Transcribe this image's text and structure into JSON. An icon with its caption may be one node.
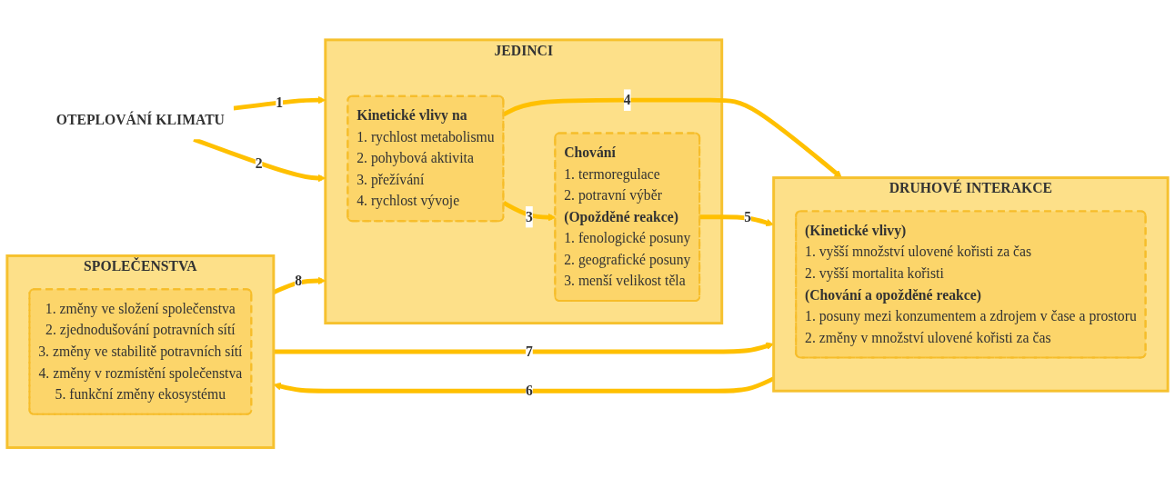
{
  "diagram": {
    "nodes": [
      {
        "text": [
          "OTEPLOVÁNÍ KLIMATU"
        ]
      },
      {
        "text": [
          "JEDINCI"
        ]
      },
      {
        "text": [
          "Kinetické vlivy na",
          "1. rychlost metabolismu",
          "2. pohybová aktivita",
          "3. přežívání",
          "4. rychlost vývoje"
        ],
        "in": 1
      },
      {
        "text": [
          "Chování",
          "1. termoregulace",
          "2. potravní výběr",
          "(Opožděné reakce)",
          "1. fenologické posuny",
          "2. geografické posuny",
          "3. menší velikost těla"
        ],
        "in": 1
      },
      {
        "text": [
          "DRUHOVÉ INTERAKCE"
        ]
      },
      {
        "text": [
          "(Kinetické vlivy)",
          "1. vyšší množství ulovené kořisti za čas",
          "2. vyšší mortalita kořisti",
          "(Chování a opožděné reakce)",
          "1. posuny mezi konzumentem a zdrojem v čase a prostoru",
          "2. změny v množství ulovené kořisti za čas"
        ],
        "in": 4
      },
      {
        "text": [
          "SPOLEČENSTVA"
        ]
      },
      {
        "text": [
          "1. změny ve složení společenstva",
          "2. zjednodušování potravních sítí",
          "3. změny ve stabilitě potravních sítí",
          "4. změny v rozmístění společenstva",
          "5. funkční změny ekosystému"
        ],
        "in": 6
      }
    ],
    "edges": [
      {
        "from": 0,
        "to": 1,
        "arrow": "to",
        "label": "1"
      },
      {
        "from": 0,
        "to": 1,
        "arrow": "to",
        "label": "2"
      },
      {
        "from": 2,
        "to": 3,
        "arrow": "to",
        "label": "3"
      },
      {
        "from": 2,
        "to": 4,
        "arrow": "to",
        "label": "4"
      },
      {
        "from": 3,
        "to": 4,
        "arrow": "to",
        "label": "5"
      },
      {
        "from": 4,
        "to": 6,
        "arrow": "to",
        "label": "6"
      },
      {
        "from": 6,
        "to": 4,
        "arrow": "to",
        "label": "7"
      },
      {
        "from": 6,
        "to": 1,
        "arrow": "to",
        "label": "8"
      }
    ]
  }
}
